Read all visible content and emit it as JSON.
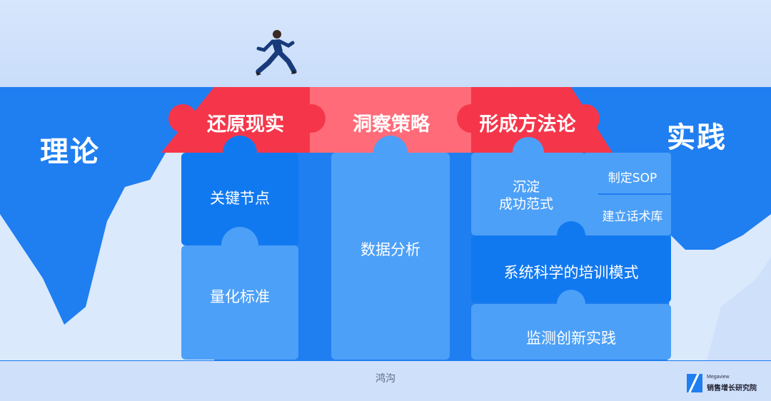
{
  "left_label": "理论",
  "right_label": "实践",
  "bridge": [
    "还原现实",
    "洞察策略",
    "形成方法论"
  ],
  "column1": {
    "top": "关键节点",
    "bottom": "量化标准"
  },
  "column2": {
    "center": "数据分析"
  },
  "column3": {
    "left_line1": "沉淀",
    "left_line2": "成功范式",
    "right_top": "制定SOP",
    "right_bottom": "建立话术库",
    "middle": "系统科学的培训模式",
    "bottom": "监测创新实践"
  },
  "caption": "鸿沟",
  "logo": {
    "small": "Megaview",
    "name": "销售增长研究院"
  },
  "colors": {
    "band": "#1f7ef0",
    "bridge_red": "#f5364a",
    "bridge_pink": "#ff6b78",
    "block_dark": "#1179f0",
    "block_light": "#4da0f7",
    "cliff": "#dbe9fd"
  }
}
